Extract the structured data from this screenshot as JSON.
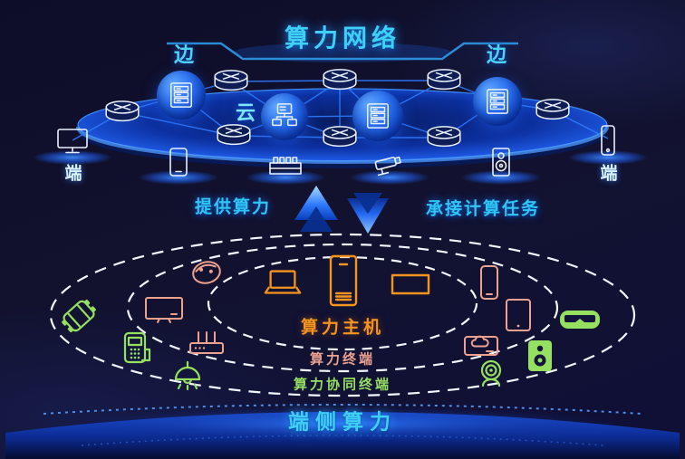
{
  "colors": {
    "background": "#11112e",
    "cyan_text": "#3fd0f6",
    "network_blue": "#1e5ce8",
    "host_orange": "#f5941e",
    "terminal_pink": "#eda392",
    "collaborative_green": "#97df63",
    "icon_white": "#e9f1ff"
  },
  "header": {
    "title": "算力网络"
  },
  "network": {
    "cloud_label": "云",
    "edge_left_label": "边",
    "edge_right_label": "边",
    "terminal_left_label": "端",
    "terminal_right_label": "端",
    "core_node_icons": [
      "edge-server",
      "cloud-switch",
      "core-server",
      "edge-server"
    ],
    "router_icon": "router",
    "router_count": 8,
    "terminal_device_icons": [
      "desktop-monitor",
      "tablet",
      "factory",
      "cctv-camera",
      "speaker",
      "smartphone"
    ]
  },
  "exchange": {
    "up_label": "提供算力",
    "down_label": "承接计算任务"
  },
  "rings": {
    "host": {
      "label": "算力主机",
      "color": "#f5941e",
      "device_icons": [
        "laptop",
        "pc-tower",
        "display"
      ]
    },
    "terminal": {
      "label": "算力终端",
      "color": "#eda392",
      "device_icons": [
        "robot-vacuum",
        "tv",
        "wifi-router",
        "smartphone",
        "tablet",
        "cloud-storage-drive"
      ]
    },
    "collaborative": {
      "label": "算力协同终端",
      "color": "#97df63",
      "device_icons": [
        "smart-car",
        "door-intercom",
        "smart-lamp",
        "webcam",
        "smart-speaker",
        "vr-headset"
      ]
    }
  },
  "footer": {
    "platform_label": "端侧算力"
  }
}
